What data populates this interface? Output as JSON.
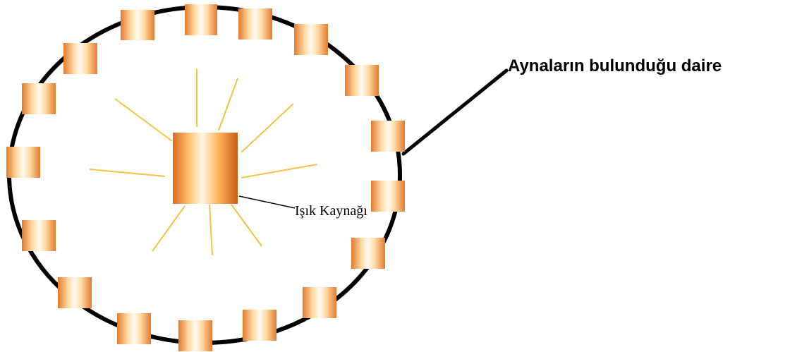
{
  "labels": {
    "mirror_circle": "Aynaların bulunduğu daire",
    "light_source": "Işık Kaynağı"
  },
  "colors": {
    "outline": "#000000",
    "ray": "#f5c242",
    "tile_dark": "#e8782a",
    "tile_light": "#fff6e0"
  },
  "icons": {
    "mirror_tile": "gradient-rectangle",
    "light_source": "gradient-rectangle"
  }
}
